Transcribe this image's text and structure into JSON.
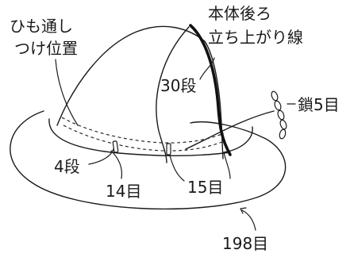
{
  "labels": {
    "himo_line1": "ひも通し",
    "himo_line2": "つけ位置",
    "back_line1": "本体後ろ",
    "back_line2": "立ち上がり線",
    "rows_30": "30段",
    "chain_5": "鎖5目",
    "rows_4": "4段",
    "st_14": "14目",
    "st_15": "15目",
    "st_198": "198目"
  }
}
